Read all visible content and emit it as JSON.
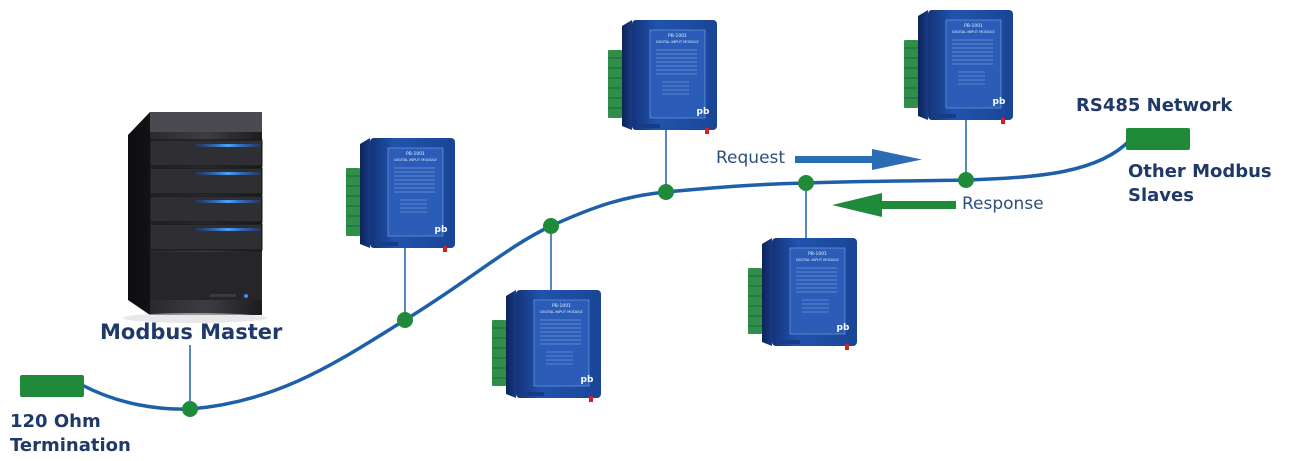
{
  "labels": {
    "master": "Modbus Master",
    "termination_line1": "120 Ohm",
    "termination_line2": "Termination",
    "network": "RS485 Network",
    "other_line1": "Other Modbus",
    "other_line2": "Slaves",
    "request": "Request",
    "response": "Response"
  },
  "module": {
    "model": "PB-1001",
    "title": "DIGITAL INPUT MODULE",
    "logo": "pb"
  },
  "colors": {
    "cable": "#1d5fa8",
    "node": "#1f8a3a",
    "termination": "#1f8a3a",
    "request_arrow": "#2b6db5",
    "response_arrow": "#1f8a3a",
    "module_body": "#1f4fa3",
    "module_label": "#1f3a68"
  }
}
